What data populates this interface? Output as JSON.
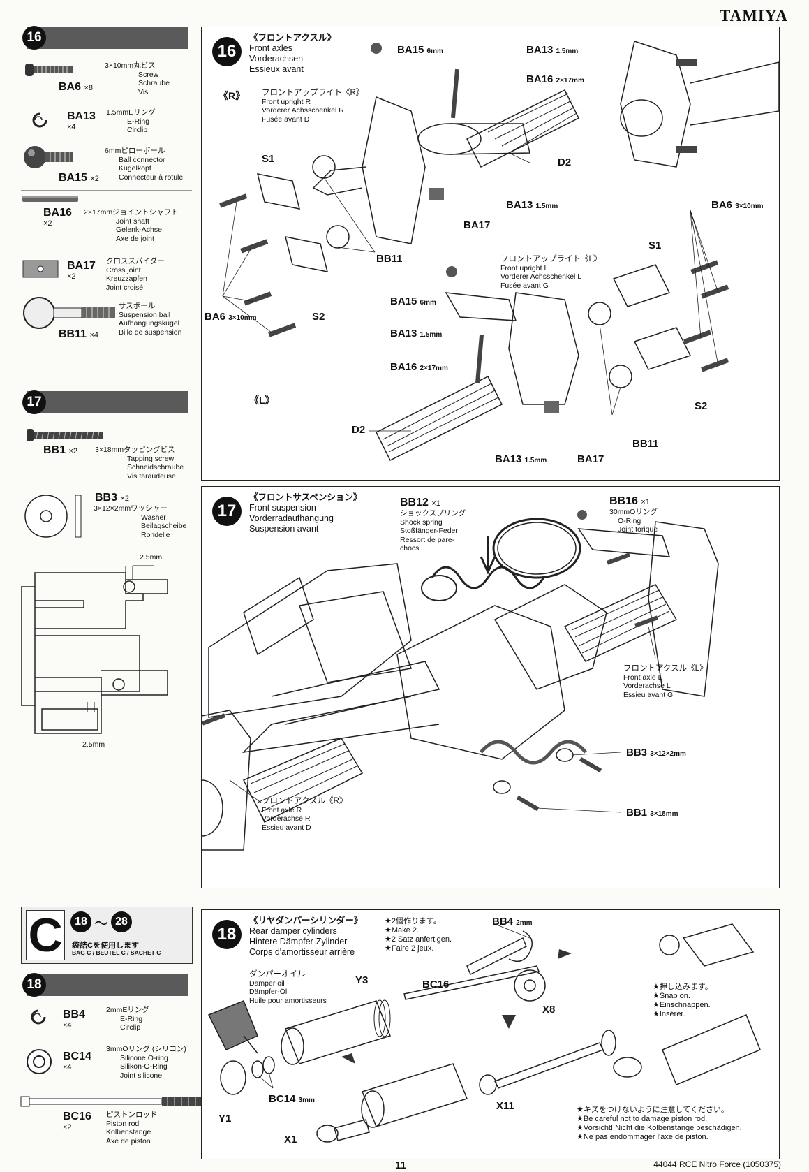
{
  "brand": "TAMIYA",
  "page_number": "11",
  "footer_code": "44044 RCE Nitro Force (1050375)",
  "sidebar": {
    "step16": {
      "number": "16",
      "parts": [
        {
          "code": "BA6",
          "qty": "×8",
          "jp": "3×10mm丸ビス",
          "lines": [
            "Screw",
            "Schraube",
            "Vis"
          ]
        },
        {
          "code": "BA13",
          "qty": "×4",
          "jp": "1.5mmEリング",
          "lines": [
            "E-Ring",
            "Circlip"
          ]
        },
        {
          "code": "BA15",
          "qty": "×2",
          "jp": "6mmピローボール",
          "lines": [
            "Ball connector",
            "Kugelkopf",
            "Connecteur à rotule"
          ]
        },
        {
          "code": "BA16",
          "qty": "×2",
          "jp": "2×17mmジョイントシャフト",
          "lines": [
            "Joint shaft",
            "Gelenk-Achse",
            "Axe de joint"
          ]
        },
        {
          "code": "BA17",
          "qty": "×2",
          "jp": "クロススパイダー",
          "lines": [
            "Cross joint",
            "Kreuzzapfen",
            "Joint croisé"
          ]
        },
        {
          "code": "BB11",
          "qty": "×4",
          "jp": "サスボール",
          "lines": [
            "Suspension ball",
            "Aufhängungskugel",
            "Bille de suspension"
          ]
        }
      ]
    },
    "step17": {
      "number": "17",
      "parts": [
        {
          "code": "BB1",
          "qty": "×2",
          "jp": "3×18mmタッピングビス",
          "lines": [
            "Tapping screw",
            "Schneidschraube",
            "Vis taraudeuse"
          ]
        },
        {
          "code": "BB3",
          "qty": "×2",
          "jp": "3×12×2mmワッシャー",
          "lines": [
            "Washer",
            "Beilagscheibe",
            "Rondelle"
          ]
        }
      ],
      "dim_top": "2.5mm",
      "dim_bottom": "2.5mm"
    },
    "bag": {
      "letter": "C",
      "range_from": "18",
      "range_tilde": "〜",
      "range_to": "28",
      "jp": "袋詰Cを使用します",
      "en": "BAG C / BEUTEL C / SACHET C"
    },
    "step18": {
      "number": "18",
      "parts": [
        {
          "code": "BB4",
          "qty": "×4",
          "jp": "2mmEリング",
          "lines": [
            "E-Ring",
            "Circlip"
          ]
        },
        {
          "code": "BC14",
          "qty": "×4",
          "jp": "3mmOリング (シリコン)",
          "lines": [
            "Silicone O-ring",
            "Silikon-O-Ring",
            "Joint silicone"
          ]
        },
        {
          "code": "BC16",
          "qty": "×2",
          "jp": "ピストンロッド",
          "lines": [
            "Piston rod",
            "Kolbenstange",
            "Axe de piston"
          ]
        }
      ]
    }
  },
  "panel16": {
    "number": "16",
    "title_jp": "《フロントアクスル》",
    "title_lines": [
      "Front axles",
      "Vorderachsen",
      "Essieux avant"
    ],
    "side_r": "《R》",
    "side_l": "《L》",
    "upright_r_jp": "フロントアップライト《R》",
    "upright_r_lines": [
      "Front upright R",
      "Vorderer Achsschenkel R",
      "Fusée avant D"
    ],
    "upright_l_jp": "フロントアップライト《L》",
    "upright_l_lines": [
      "Front upright L",
      "Vorderer Achsschenkel L",
      "Fusée avant G"
    ],
    "labels": {
      "ba15_r": "BA15",
      "ba15_r_size": "6mm",
      "ba13_r1": "BA13",
      "ba13_r1_size": "1.5mm",
      "ba16_r": "BA16",
      "ba16_r_size": "2×17mm",
      "d2_r": "D2",
      "s1_r": "S1",
      "ba13_r2": "BA13",
      "ba13_r2_size": "1.5mm",
      "ba17_r": "BA17",
      "bb11_r": "BB11",
      "ba6_r": "BA6",
      "ba6_r_size": "3×10mm",
      "s2_r": "S2",
      "ba6_l": "BA6",
      "ba6_l_size": "3×10mm",
      "s1_l": "S1",
      "ba15_l": "BA15",
      "ba15_l_size": "6mm",
      "ba13_l1": "BA13",
      "ba13_l1_size": "1.5mm",
      "ba16_l": "BA16",
      "ba16_l_size": "2×17mm",
      "s2_l": "S2",
      "d2_l": "D2",
      "bb11_l": "BB11",
      "ba13_l2": "BA13",
      "ba13_l2_size": "1.5mm",
      "ba17_l": "BA17"
    }
  },
  "panel17": {
    "number": "17",
    "title_jp": "《フロントサスペンション》",
    "title_lines": [
      "Front suspension",
      "Vorderradaufhängung",
      "Suspension avant"
    ],
    "bb12": {
      "code": "BB12",
      "qty": "×1",
      "jp": "ショックスプリング",
      "lines": [
        "Shock spring",
        "Stoßfänger-Feder",
        "Ressort de pare-",
        "chocs"
      ]
    },
    "bb16": {
      "code": "BB16",
      "qty": "×1",
      "jp": "30mmOリング",
      "lines": [
        "O-Ring",
        "Joint torique"
      ]
    },
    "axle_l_jp": "フロントアクスル《L》",
    "axle_l_lines": [
      "Front axle L",
      "Vorderachse L",
      "Essieu avant G"
    ],
    "axle_r_jp": "フロントアクスル《R》",
    "axle_r_lines": [
      "Front axle R",
      "Vorderachse R",
      "Essieu avant D"
    ],
    "bb3": "BB3",
    "bb3_size": "3×12×2mm",
    "bb1": "BB1",
    "bb1_size": "3×18mm"
  },
  "panel18": {
    "number": "18",
    "title_jp": "《リヤダンパーシリンダー》",
    "title_lines": [
      "Rear damper cylinders",
      "Hintere Dämpfer-Zylinder",
      "Corps d'amortisseur arrière"
    ],
    "make_lines": [
      "★2個作ります。",
      "★Make 2.",
      "★2 Satz anfertigen.",
      "★Faire 2 jeux."
    ],
    "oil_jp": "ダンパーオイル",
    "oil_lines": [
      "Damper oil",
      "Dämpfer-Öl",
      "Huile pour amortisseurs"
    ],
    "snap_lines": [
      "★押し込みます。",
      "★Snap on.",
      "★Einschnappen.",
      "★Insérer."
    ],
    "caution_lines": [
      "★キズをつけないように注意してください。",
      "★Be careful not to damage piston rod.",
      "★Vorsicht! Nicht die Kolbenstange beschädigen.",
      "★Ne pas endommager l'axe de piston."
    ],
    "labels": {
      "bb4": "BB4",
      "bb4_size": "2mm",
      "bc16": "BC16",
      "y3": "Y3",
      "x8": "X8",
      "y1": "Y1",
      "bc14": "BC14",
      "bc14_size": "3mm",
      "x11": "X11",
      "x1": "X1"
    }
  }
}
